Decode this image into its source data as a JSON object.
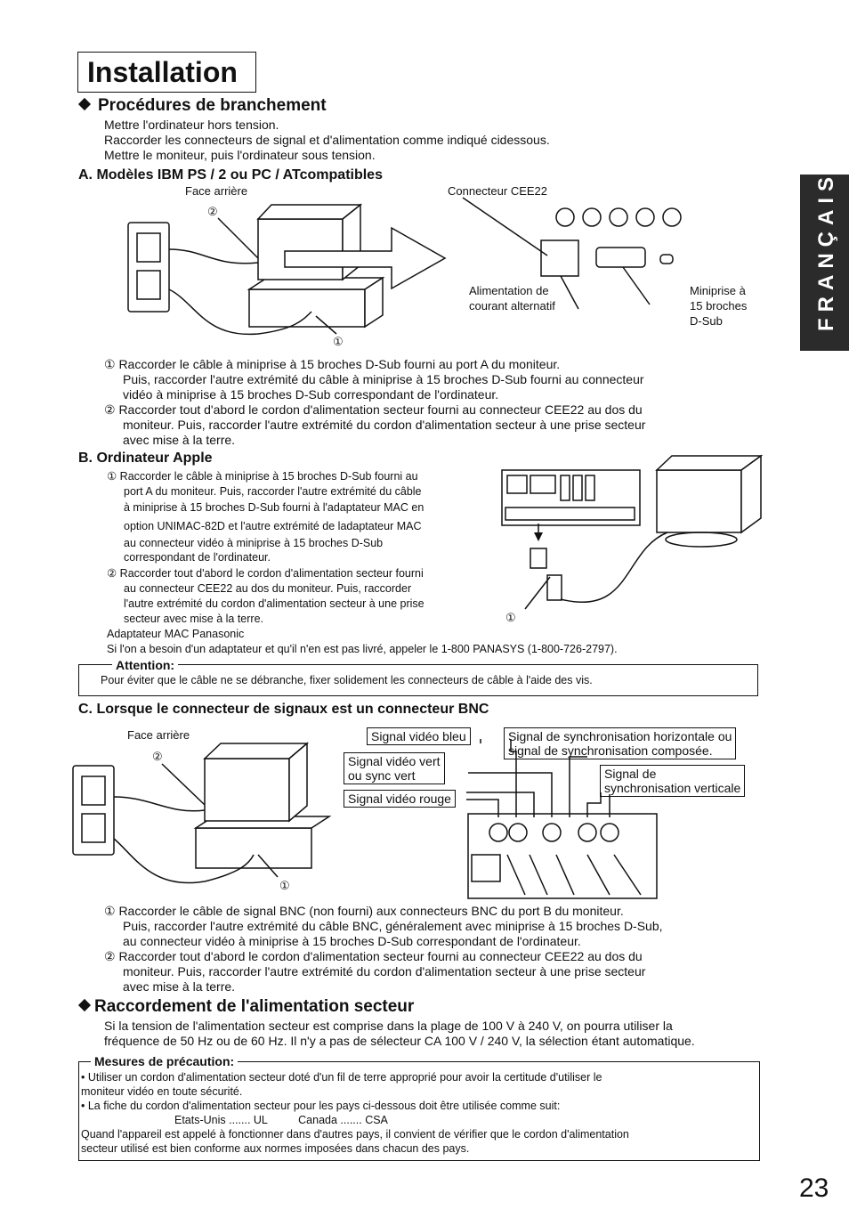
{
  "title": "Installation",
  "side_tab": "FRANÇAIS",
  "page_number": "23",
  "proc": {
    "heading": "Procédures de branchement",
    "lines": [
      "Mettre l'ordinateur hors tension.",
      "Raccorder les connecteurs de signal et d'alimentation comme indiqué cidessous.",
      "Mettre le moniteur, puis l'ordinateur sous tension."
    ]
  },
  "sectionA": {
    "heading": "A. Modèles IBM PS / 2 ou PC / ATcompatibles",
    "face_arriere": "Face arrière",
    "connecteur": "Connecteur CEE22",
    "alim": [
      "Alimentation de",
      "courant alternatif"
    ],
    "miniprise": [
      "Miniprise à",
      "15 broches",
      "D-Sub"
    ],
    "c1": "①",
    "c2": "②",
    "steps": [
      [
        "① Raccorder le câble à miniprise à 15 broches D-Sub fourni au port A du moniteur.",
        "Puis, raccorder l'autre extrémité du câble à miniprise à 15 broches D-Sub fourni au connecteur",
        "vidéo à miniprise à 15 broches D-Sub correspondant de l'ordinateur."
      ],
      [
        "② Raccorder tout d'abord le cordon d'alimentation secteur fourni au connecteur CEE22 au dos du",
        "moniteur. Puis, raccorder l'autre extrémité du cordon d'alimentation secteur à une prise secteur",
        "avec mise à la terre."
      ]
    ]
  },
  "sectionB": {
    "heading": "B. Ordinateur Apple",
    "c1": "①",
    "steps": [
      [
        "① Raccorder le câble à miniprise à 15 broches D-Sub fourni au",
        "port A du moniteur.  Puis, raccorder l'autre extrémité du câble",
        "à miniprise à 15 broches D-Sub fourni à l'adaptateur MAC en",
        "option UNIMAC-82D et l'autre extrémité de ladaptateur MAC",
        "au connecteur vidéo à miniprise à 15 broches D-Sub",
        "correspondant de l'ordinateur."
      ],
      [
        "② Raccorder tout d'abord le cordon d'alimentation secteur fourni",
        "au connecteur CEE22 au dos du moniteur. Puis, raccorder",
        "l'autre extrémité du cordon d'alimentation secteur à une prise",
        "secteur avec mise à la terre."
      ]
    ],
    "adapter": "Adaptateur MAC Panasonic",
    "note": "Si l'on a besoin d'un adaptateur et qu'il n'en est pas livré, appeler le 1-800 PANASYS (1-800-726-2797)."
  },
  "attention": {
    "label": "Attention:",
    "text": "Pour éviter que le câble ne se débranche, fixer solidement les connecteurs de câble à l'aide des vis."
  },
  "sectionC": {
    "heading": "C. Lorsque le connecteur de signaux est un connecteur BNC",
    "face_arriere": "Face arrière",
    "c1": "①",
    "c2": "②",
    "labels": {
      "bleu": "Signal vidéo bleu",
      "vert": [
        "Signal vidéo vert",
        "ou sync vert"
      ],
      "rouge": "Signal vidéo rouge",
      "hsync": [
        "Signal de synchronisation horizontale ou",
        "signal de synchronisation composée."
      ],
      "vsync": [
        "Signal de",
        "synchronisation verticale"
      ]
    },
    "steps": [
      [
        "① Raccorder le câble de signal BNC (non fourni) aux connecteurs BNC du port B du moniteur.",
        "Puis, raccorder l'autre extrémité du câble BNC, généralement avec miniprise à 15 broches D-Sub,",
        "au connecteur vidéo à miniprise à 15 broches D-Sub correspondant de l'ordinateur."
      ],
      [
        "② Raccorder tout d'abord le cordon d'alimentation secteur fourni au connecteur CEE22 au dos du",
        "moniteur. Puis, raccorder l'autre extrémité du cordon d'alimentation secteur à une prise secteur",
        "avec mise à la terre."
      ]
    ]
  },
  "power": {
    "heading": "Raccordement de l'alimentation secteur",
    "lines": [
      "Si la tension de l'alimentation secteur est comprise dans la plage de 100 V à 240 V, on pourra utiliser la",
      "fréquence de 50 Hz ou de 60 Hz. Il n'y a pas de sélecteur CA 100 V / 240 V, la sélection étant automatique."
    ]
  },
  "precautions": {
    "label": "Mesures de précaution:",
    "lines": [
      "• Utiliser un cordon d'alimentation secteur doté d'un fil de terre approprié pour avoir la certitude d'utiliser  le",
      "  moniteur vidéo en toute sécurité.",
      "• La fiche du cordon d'alimentation secteur pour les pays ci-dessous doit être utilisée comme suit:"
    ],
    "countries": "Etats-Unis ....... UL          Canada ....... CSA",
    "closing": [
      "Quand l'appareil est appelé à fonctionner dans d'autres pays, il convient de vérifier que le cordon d'alimentation",
      "secteur utilisé est bien conforme aux normes imposées dans chacun des pays."
    ]
  }
}
